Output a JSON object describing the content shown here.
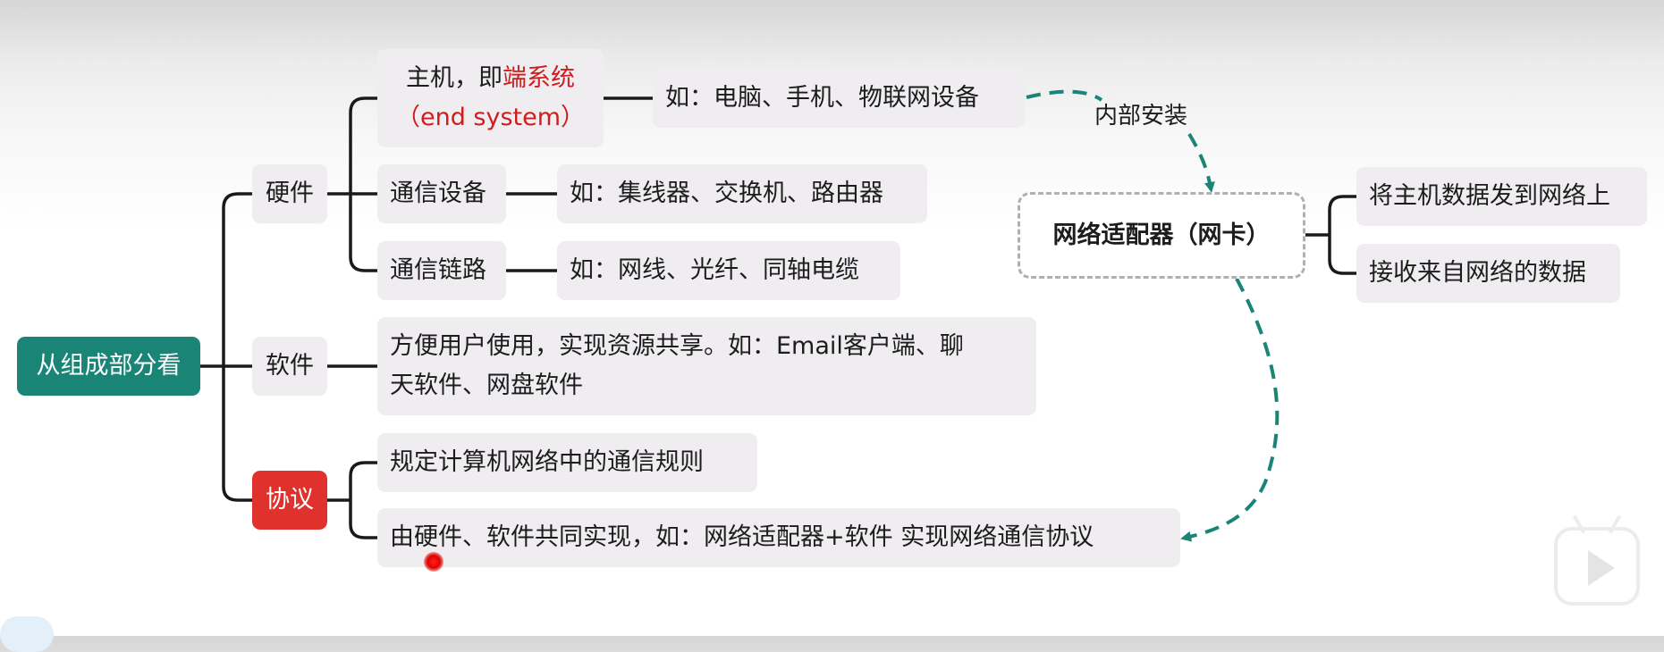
{
  "root": {
    "label": "从组成部分看"
  },
  "branches": {
    "hardware": {
      "label": "硬件",
      "host": {
        "label_prefix": "主机，即",
        "label_highlight": "端系统",
        "label_line2": "（end system）",
        "example": "如：电脑、手机、物联网设备"
      },
      "comm_device": {
        "label": "通信设备",
        "example": "如：集线器、交换机、路由器"
      },
      "comm_link": {
        "label": "通信链路",
        "example": "如：网线、光纤、同轴电缆"
      }
    },
    "software": {
      "label": "软件",
      "desc_line1": "方便用户使用，实现资源共享。如：Email客户端、聊",
      "desc_line2": "天软件、网盘软件"
    },
    "protocol": {
      "label": "协议",
      "item1": "规定计算机网络中的通信规则",
      "item2": "由硬件、软件共同实现，如：网络适配器+软件 实现网络通信协议"
    }
  },
  "adapter": {
    "label": "网络适配器（网卡）",
    "arrow_label": "内部安装",
    "functions": [
      "将主机数据发到网络上",
      "接收来自网络的数据"
    ]
  },
  "colors": {
    "root_bg": "#1a8577",
    "protocol_bg": "#e0322d",
    "highlight_text": "#cf1c1c",
    "node_bg": "#efedf0",
    "arrow": "#1a8577",
    "connector": "#1a1a1a"
  }
}
